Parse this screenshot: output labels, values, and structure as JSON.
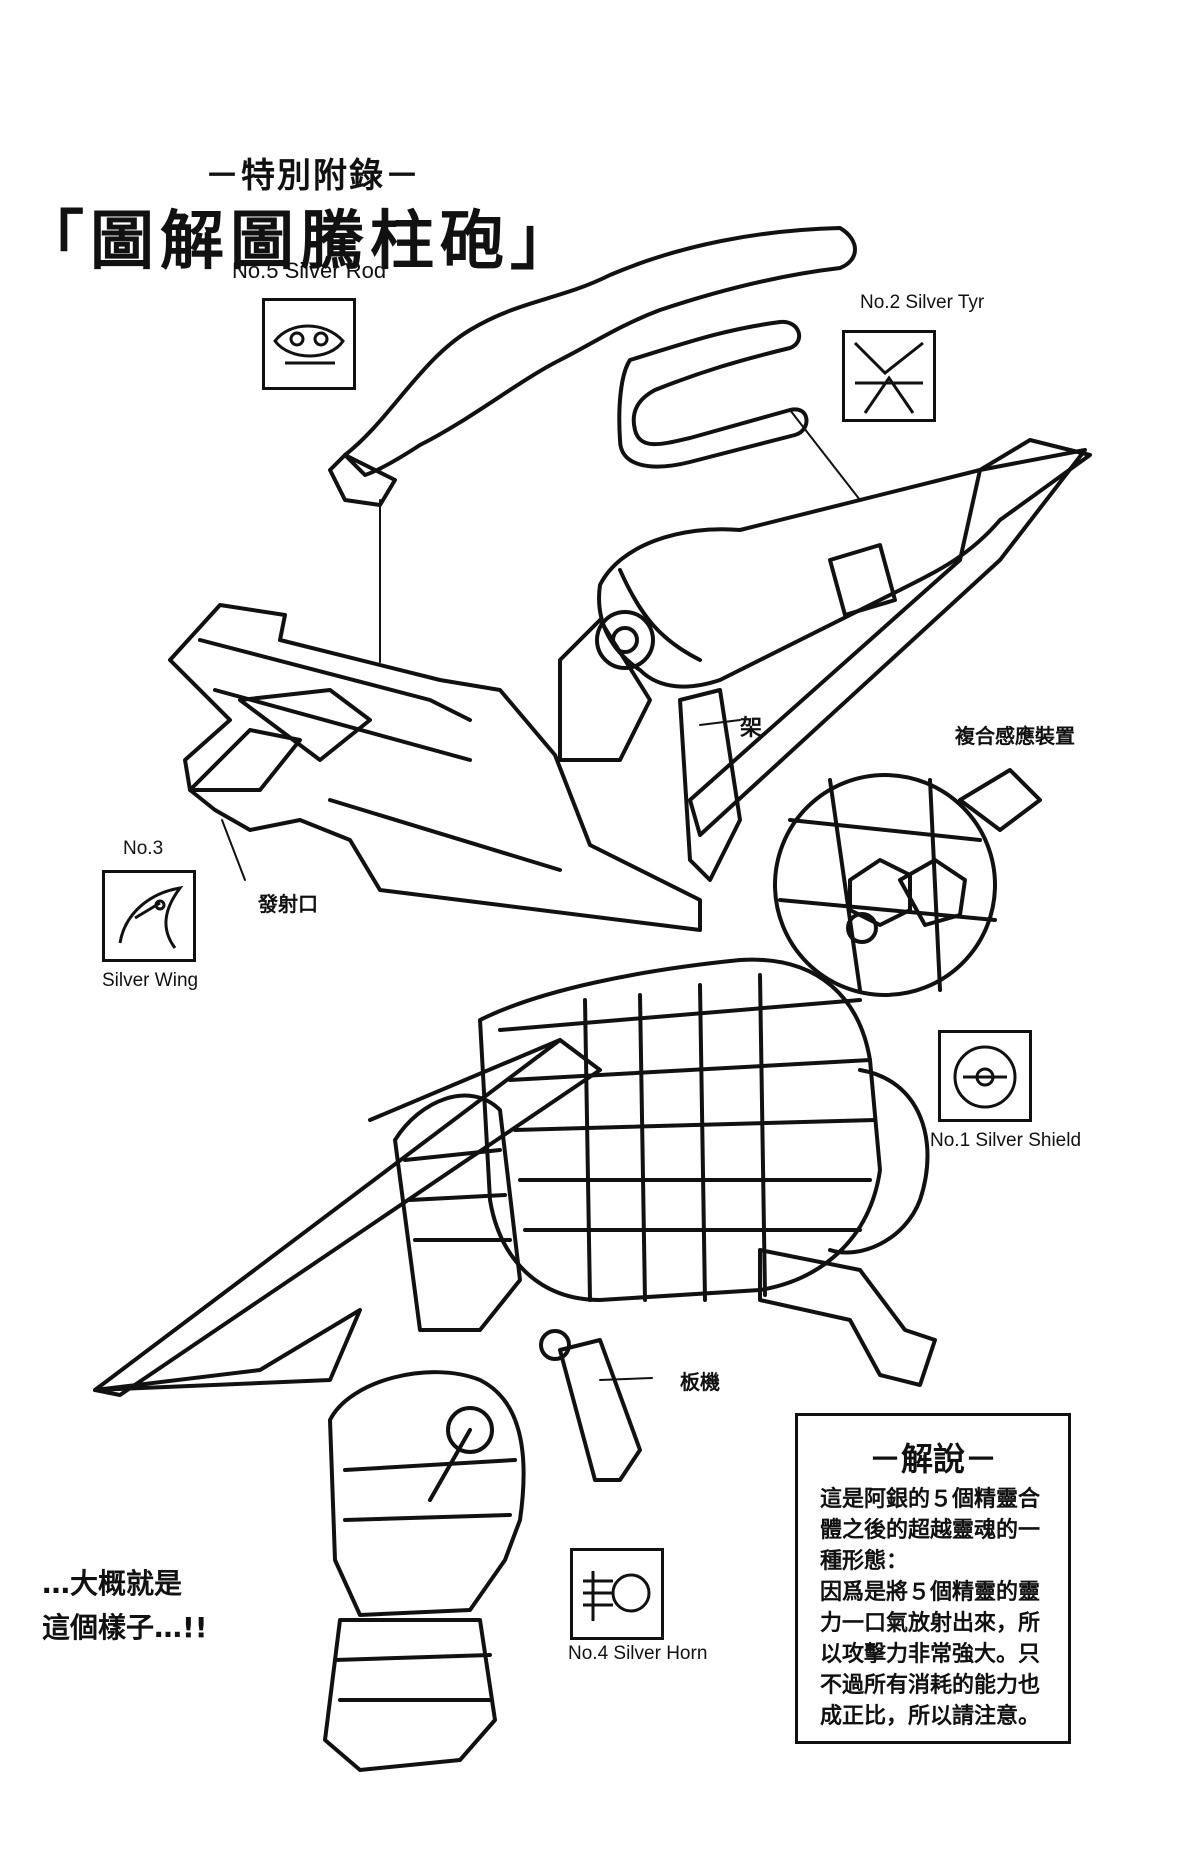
{
  "header": {
    "subtitle": "－特別附錄－",
    "title": "「圖解圖騰柱砲」"
  },
  "labels": {
    "rod": "No.5 Silver Rod",
    "tyr": "No.2 Silver Tyr",
    "wing_no": "No.3",
    "wing_name": "Silver Wing",
    "muzzle": "發射口",
    "mount": "架",
    "sensor": "複合感應裝置",
    "shield": "No.1 Silver Shield",
    "trigger": "板機",
    "horn": "No.4  Silver Horn"
  },
  "note": {
    "title": "－解說－",
    "lines": [
      "這是阿銀的５個精靈合",
      "體之後的超越靈魂的一",
      "種形態：",
      "因爲是將５個精靈的靈",
      "力一口氣放射出來，所",
      "以攻擊力非常強大。只",
      "不過所有消耗的能力也",
      "成正比，所以請注意。"
    ]
  },
  "aside": {
    "line1": "…大概就是",
    "line2": "這個樣子…!!"
  }
}
